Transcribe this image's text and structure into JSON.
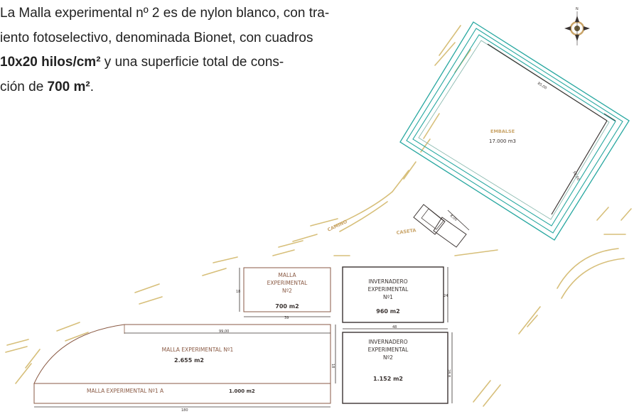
{
  "text": {
    "line1": "La Malla experimental nº 2 es de nylon blanco, con tra-",
    "line2": "iento fotoselectivo, denominada Bionet, con cuadros",
    "line3_bold": "10x20 hilos/cm²",
    "line3_rest": " y una superficie total de cons-",
    "line4_pre": "ción de ",
    "line4_bold": "700 m²",
    "line4_post": "."
  },
  "plan": {
    "embalse": {
      "label": "EMBALSE",
      "value": "17.000 m3",
      "dim_top": "85,00",
      "dim_side": "50,00"
    },
    "caseta": {
      "label": "CASETA",
      "dim": "8,00"
    },
    "camino": {
      "label": "CAMINO"
    },
    "malla2": {
      "label_l1": "MALLA",
      "label_l2": "EXPERIMENTAL",
      "label_l3": "Nº2",
      "value": "700 m2",
      "dim_side": "18",
      "dim_bottom": "39"
    },
    "inv1": {
      "label_l1": "INVERNADERO",
      "label_l2": "EXPERIMENTAL",
      "label_l3": "Nº1",
      "value": "960 m2",
      "dim_side": "24"
    },
    "inv2": {
      "label_l1": "INVERNADERO",
      "label_l2": "EXPERIMENTAL",
      "label_l3": "Nº2",
      "value": "1.152 m2",
      "dim_top": "48",
      "dim_side": "28,8"
    },
    "malla1": {
      "label": "MALLA EXPERIMENTAL Nº1",
      "value": "2.655 m2",
      "dim_top": "99,00",
      "dim_side": "18"
    },
    "malla1a": {
      "label": "MALLA EXPERIMENTAL Nº1 A",
      "value": "1.000 m2",
      "dim_bottom": "180"
    },
    "north": {
      "letter": "N"
    }
  },
  "colors": {
    "accent": "#27a7a0",
    "brown": "#8a5a44",
    "dark": "#3b3432",
    "road": "#d7bf7a"
  }
}
